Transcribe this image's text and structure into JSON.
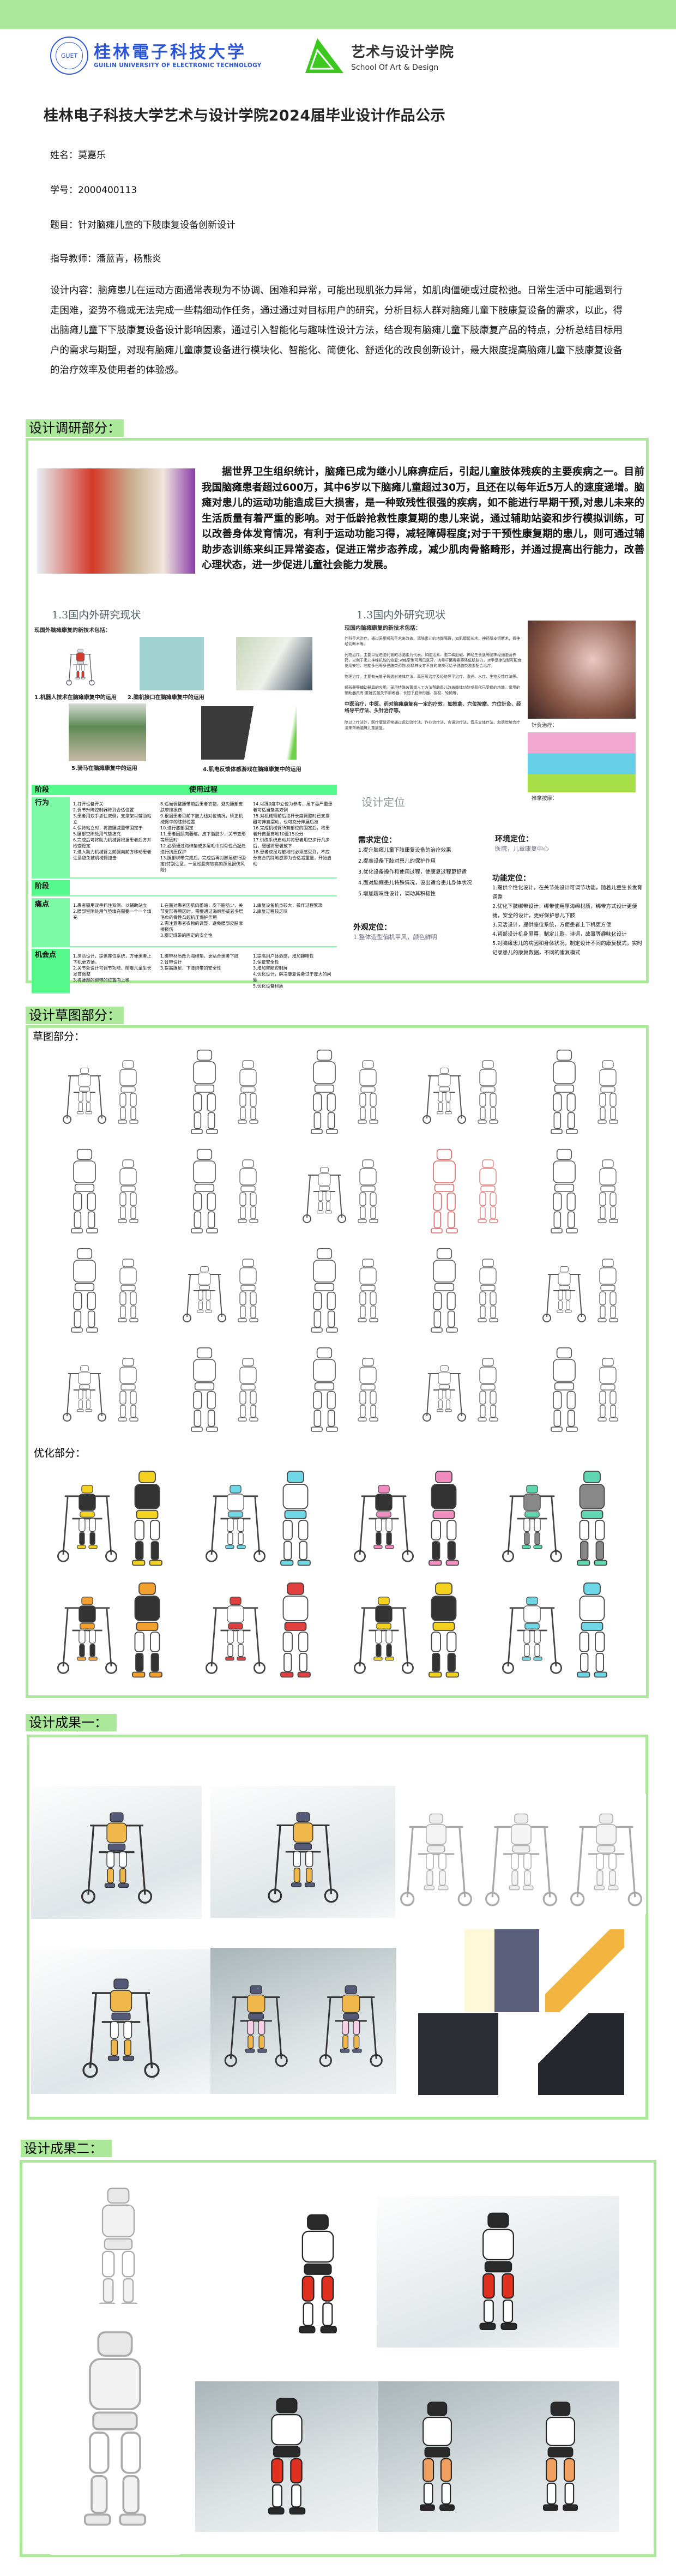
{
  "header": {
    "university_cn": "桂林電子科技大学",
    "university_en": "GUILIN UNIVERSITY OF ELECTRONIC TECHNOLOGY",
    "school_cn": "艺术与设计学院",
    "school_en": "School Of Art & Design",
    "title": "桂林电子科技大学艺术与设计学院2024届毕业设计作品公示"
  },
  "student": {
    "name": "姓名：莫嘉乐",
    "id": "学号：2000400113",
    "topic": "题目：针对脑瘫儿童的下肢康复设备创新设计",
    "advisor": "指导教师：潘蓝青，杨熊炎",
    "description": "设计内容：脑瘫患儿在运动方面通常表现为不协调、困难和异常，可能出现肌张力异常，如肌肉僵硬或过度松弛。日常生活中可能遇到行走困难，姿势不稳或无法完成一些精细动作任务，通过通过对目标用户的研究，分析目标人群对脑瘫儿童下肢康复设备的需求，以此，得出脑瘫儿童下下肢康复设备设计影响因素，通过引入智能化与趣味性设计方法，结合现有脑瘫儿童下肢康复产品的特点，分析总结目标用户的需求与期望，对现有脑瘫儿童康复设备进行模块化、智能化、简便化、舒适化的改良创新设计，最大限度提高脑瘫儿童下肢康复设备的治疗效率及使用者的体验感。"
  },
  "research": {
    "heading": "设计调研部分：",
    "paragraph": "据世界卫生组织统计，脑瘫已成为继小儿麻痹症后，引起儿童肢体残疾的主要疾病之一。目前我国脑瘫患者超过600万，其中6岁以下脑瘫儿童超过30万，且还在以每年近5万人的速度递增。脑瘫对患儿的运动功能造成巨大损害，是一种致残性很强的疾病，如不能进行早期干预,对患儿未来的生活质量有着严重的影响。对于低龄抢救性康复期的患儿来说，通过辅助站姿和步行模拟训练，可以改善身体发育情况，有利于运动功能习得，减轻障碍程度;对于干预性康复期的患儿，则可通过辅助步态训练来纠正异常姿态，促进正常步态养成，减少肌肉骨骼畸形，并通过提高出行能力，改善心理状态，进一步促进儿童社会能力发展。",
    "foreign": {
      "title": "1.3国内外研究现状",
      "subtitle": "现国外脑瘫康复的新技术包括：",
      "captions": [
        "1.机器人技术在脑瘫康复中的运用",
        "2.脑机接口在脑瘫康复中的运用",
        "5.骑马在脑瘫康复中的运用",
        "4.肌电反馈体感游戏在脑瘫康复中的运用"
      ]
    },
    "domestic": {
      "title": "1.3国内外研究现状",
      "subtitle": "现国内脑瘫康复的新技术包括：",
      "items": [
        "外科手术治疗。通过采用矫形手术来改善、消除患儿的功能障碍，如肌腱延长术、神经肌支切断术、脊神经切断术等。",
        "药物治疗。主要以促进脑代谢的活脑素为代表，如脑活素、胞二磷胆碱、神经生长肽等脑神经细胞营养药，以利于患儿神经机能的恢复;对痉挛型可用巴氯芬、肉毒杆菌毒素等降低肌张力，对手足徐动型可配合使用安坦、左旋多巴等多巴胺类药物;对精神发育不良的瘫痪可给予健脑类激素配合治疗。",
        "物理治疗。主要有光量子氧透射液体疗法、高压氧治疗及经络导平治疗、激光、水疗、生物反馈疗法等。",
        "矫形器等辅助器具的应用。采用特殊装置或人工方法帮助患儿改善肢体功能或替代已受损的功能。常用的辅助器具有:重锤式髋关节训练器、长短下肢矫形器、拐杖、轮椅等。",
        "中医治疗，中医、药对脑瘫康复有一定的疗效，如推拿、穴位按摩、穴位针灸、经络导平疗法、头针治疗等。",
        "除以上疗法外，医疗康复还常通过运动治疗法、作业治疗法、言语治疗法、音乐文体疗法、和感觉统合疗法来帮助脑瘫儿童康复。"
      ],
      "captions": [
        "针灸治疗：",
        "推拿按摩："
      ]
    },
    "journey": {
      "stage_label": "阶段",
      "stage_value": "使用过程",
      "rows": [
        {
          "label": "行为",
          "cells": [
            "1.打开设备开关\n2.调节升降控制器降到合适位置\n3.患者用双手抓住双侧，支撑架以辅助站立\n4.保持站立时，将腋腰减重带固定于\n5.腰部空隙处用气垫填充\n6.完成后可将助力机械臂根据患者后方并检查稳定\n7.进入助力机械臂之前腿向前方移动患者注意避免被机械臂撞击",
            "8.适当调整腰带前后患者衣物，避免腰部皮肤摩擦损伤\n9.根据患者目前下肢力线对位情况，矫正机械臂中的膝部位置\n10.进行膝部固定\n11.患者因肌肉萎缩，皮下脂肪少，关节变形等原因时\n12.必须通过海绵垫或多层毛巾对骨性凸起处进行抗压保护\n13.腿部绑带完成后，完成后再对脚足进行固定(特别注意，一旦松脱有较高的踝足损伤风险)",
            "14.以踝0度中立位为参考，足下垂严重患者可适当垫高双侧\n15.对机械臂前后拉杆长度调整时已支撑器可伸直摆动，也可充分伸展后准\n16.完成机械臂所有部位的固定后，将患者升离至离地10至15公分\n17.训练系统启动并将患者用空步行几步后，缓缓将患者放下\n18.患者双足均触地时必须感受到，不应分离合的踩地感即为合适减重量，开始启动"
          ]
        },
        {
          "label": "阶段",
          "cells": [
            "",
            "",
            ""
          ]
        },
        {
          "label": "痛点",
          "cells": [
            "1.患者需用双手抓住双侧，以辅助站立\n2.腰部空隙处用气垫填充需要一个一个填充",
            "1.在面对患者因肌肉萎缩，皮下脂肪少，关节变形等原因时，需要通过海绵垫或者多层毛巾的骨性凸起抗压保护作用\n2.需注意患者衣物的调整，避免腰部皮肤摩擦损伤\n3.脚足绑带的固定的安全性",
            "1.康复设备机身较大，操作过程繁琐\n2.康复过程较乏味"
          ]
        },
        {
          "label": "机会点",
          "cells": [
            "1.灵活设计，提供座位系统，方便患者上下机更方便。\n2.关节处设计可调节功能，随着儿童生长发育调整\n3.将腰部的绑带的位置向上移",
            "1.绑带材质改为海绵垫，更贴合患者下肢\n2.背带设计\n3.提高踝足，下肢绑带的安全性",
            "1.提高用户体验感，增加趣味性\n2.保证安全性\n3.增加智能控制屏\n4.优化设计，解决康复设备过于庞大的问题\n5.优化设备材质"
          ]
        }
      ]
    },
    "positioning": {
      "title": "设计定位",
      "demand_title": "需求定位：",
      "demand": [
        "1.提升脑瘫儿童下肢康复设备的治疗效果",
        "2.提高设备下肢对患儿的保护作用",
        "3.优化设备操作和使用过程，使康复过程更舒适",
        "4.面对脑瘫患儿特殊情况，设出适合患儿身体状况",
        "5.增加趣味性设计，调动其积极性"
      ],
      "env_title": "环境定位：",
      "env": "医院，儿童康复中心",
      "look_title": "外观定位：",
      "look": "1.整体造型偏机甲风，颜色鲜明",
      "func_title": "功能定位：",
      "func": [
        "1.提供个性化设计，在关节处设计可调节功能，随着儿童生长发育调整",
        "2.优化下肢绑带设计，绑带使用厚海绵材质，绑带方式设计更便捷，安全的设计，更好保护患儿下肢",
        "3.灵活设计，提供座位系统，方便患者上下机更方便",
        "4.背部设计机身屏幕，制定儿歌，诗词，故事等趣味化设计",
        "5.对脑瘫患儿的病因和身体状况，制定设计不同的康复模式，实时记录患儿的康复数据，不同的康复模式"
      ]
    }
  },
  "sketch": {
    "heading": "设计草图部分：",
    "sketch_label": "草图部分：",
    "optimize_label": "优化部分："
  },
  "result1": {
    "heading": "设计成果一："
  },
  "result2": {
    "heading": "设计成果二："
  },
  "colors": {
    "band": "#abe899",
    "table_head": "#56fa8c",
    "table_row": "#7dfba7",
    "univ_blue": "#2b54d6",
    "school_green": "#3cc81e"
  }
}
